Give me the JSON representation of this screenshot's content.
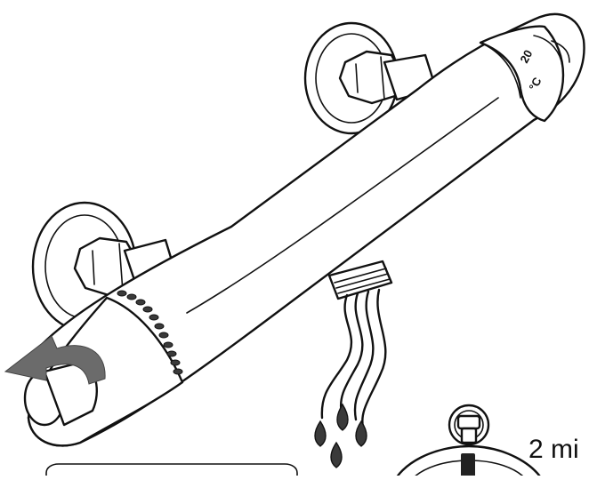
{
  "dial": {
    "value": "20",
    "unit": "°C"
  },
  "timer": {
    "duration_label": "2 mi"
  },
  "colors": {
    "line": "#111111",
    "arrow": "#6b6b6b",
    "drops": "#3a3a3a",
    "background": "#ffffff"
  },
  "icons": [
    "rotate-arrow-icon",
    "water-drops-icon",
    "stopwatch-icon"
  ]
}
